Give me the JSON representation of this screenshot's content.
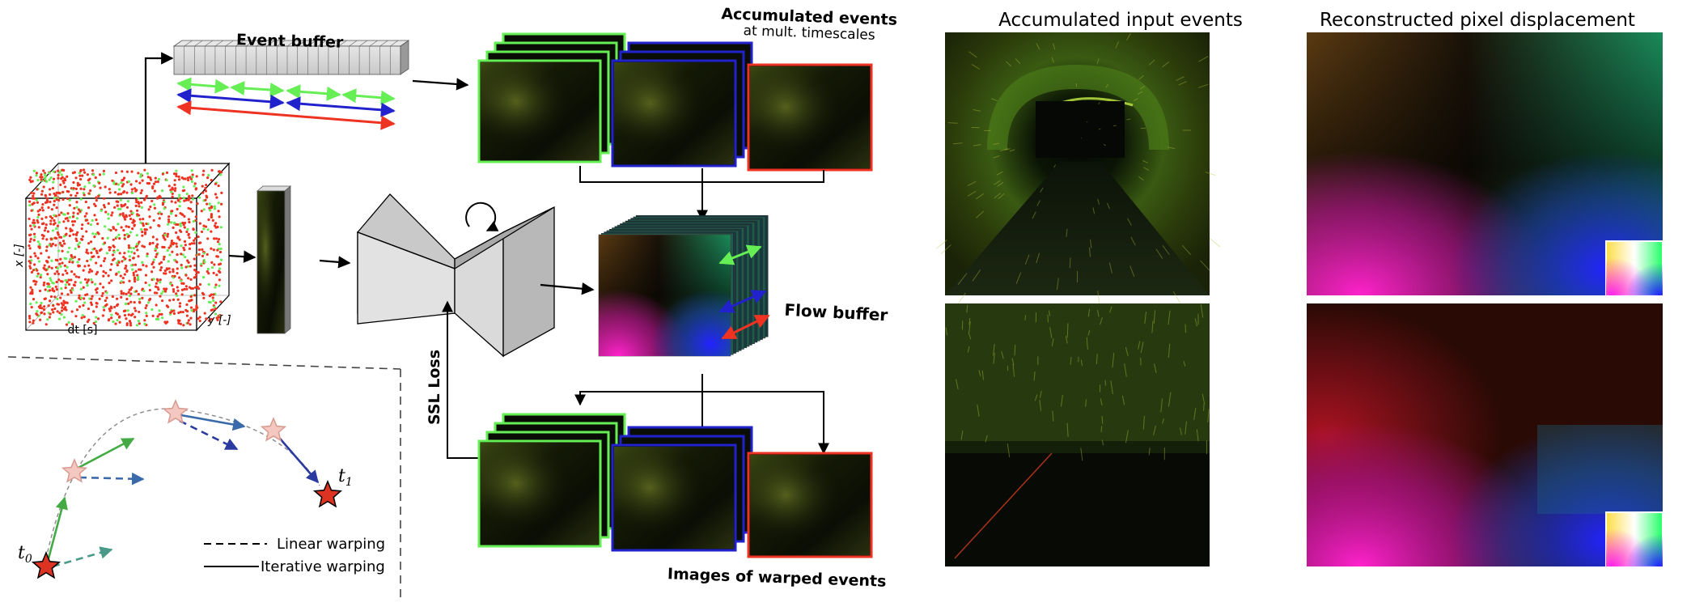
{
  "pipeline": {
    "event_buffer_title": "Event buffer",
    "accumulated_title_line1": "Accumulated events",
    "accumulated_title_line2": "at mult. timescales",
    "flow_buffer_title": "Flow buffer",
    "ssl_loss_label": "SSL Loss",
    "warped_title": "Images of warped events",
    "axis_dt": "dt [s]",
    "axis_y": "y [-]",
    "axis_x": "x [-]",
    "arrow_colors": [
      "#66ee55",
      "#2222cc",
      "#ee3322"
    ],
    "frame_colors": [
      "#66ee55",
      "#2222cc",
      "#ee3322"
    ]
  },
  "warping_inset": {
    "t0_label": "t",
    "t0_subscript": "0",
    "t1_label": "t",
    "t1_subscript": "1",
    "legend": [
      {
        "label": "Linear warping",
        "style": "dashed"
      },
      {
        "label": "Iterative warping",
        "style": "solid"
      }
    ]
  },
  "panels": {
    "left_title": "Accumulated input events",
    "right_title": "Reconstructed pixel displacement"
  }
}
